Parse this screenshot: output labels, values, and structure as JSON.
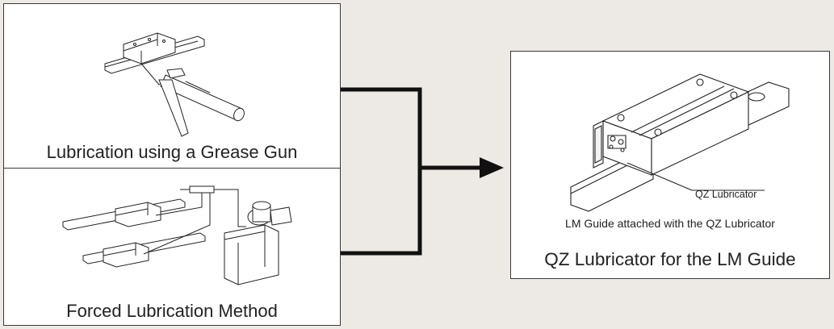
{
  "panels": {
    "grease_gun": {
      "caption": "Lubrication using a Grease Gun"
    },
    "forced": {
      "caption": "Forced Lubrication Method"
    },
    "qz": {
      "caption": "QZ Lubricator for the LM Guide",
      "subcaption": "LM Guide attached with the QZ Lubricator",
      "part_label": "QZ Lubricator"
    }
  },
  "colors": {
    "background": "#edeae6",
    "panel": "#ffffff",
    "line": "#111111"
  }
}
